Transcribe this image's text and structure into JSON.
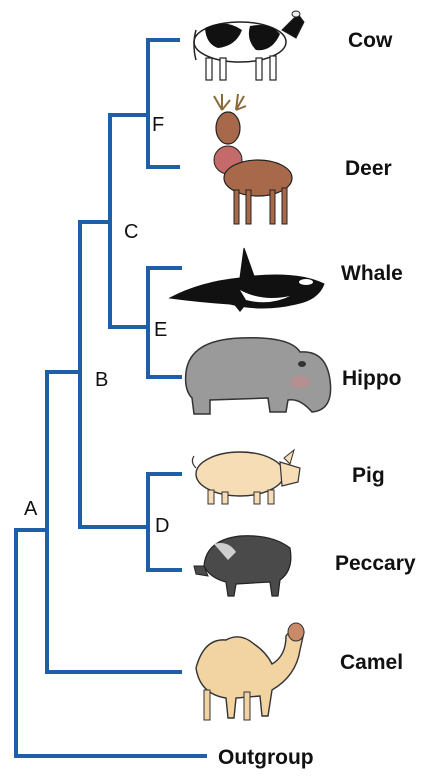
{
  "tree": {
    "branch_color": "#1f5fa8",
    "nodes": {
      "A": "A",
      "B": "B",
      "C": "C",
      "D": "D",
      "E": "E",
      "F": "F"
    },
    "taxa": {
      "cow": "Cow",
      "deer": "Deer",
      "whale": "Whale",
      "hippo": "Hippo",
      "pig": "Pig",
      "peccary": "Peccary",
      "camel": "Camel",
      "outgroup": "Outgroup"
    }
  }
}
